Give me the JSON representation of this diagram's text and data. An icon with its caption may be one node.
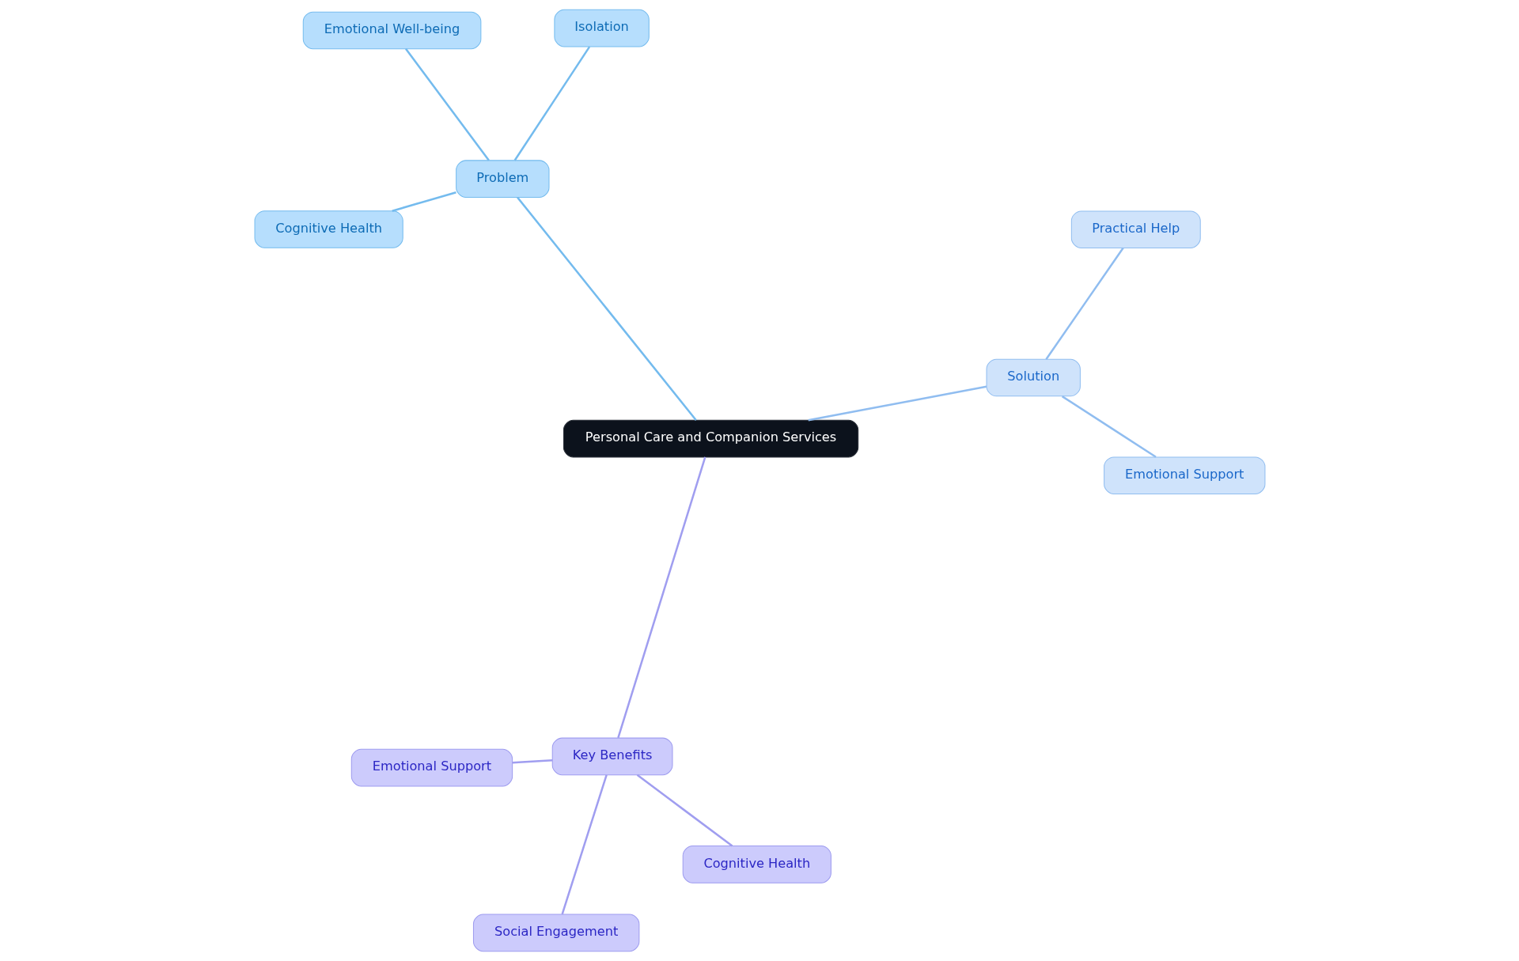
{
  "diagram": {
    "nodes": [
      {
        "text": [
          "Personal Care and Companion Services"
        ]
      },
      {
        "text": [
          "Key Benefits"
        ]
      },
      {
        "text": [
          "Cognitive Health"
        ]
      },
      {
        "text": [
          "Social Engagement"
        ]
      },
      {
        "text": [
          "Emotional Support"
        ]
      },
      {
        "text": [
          "Problem"
        ]
      },
      {
        "text": [
          "Isolation"
        ]
      },
      {
        "text": [
          "Emotional Well-being"
        ]
      },
      {
        "text": [
          "Cognitive Health"
        ]
      },
      {
        "text": [
          "Solution"
        ]
      },
      {
        "text": [
          "Emotional Support"
        ]
      },
      {
        "text": [
          "Practical Help"
        ]
      }
    ],
    "edges": [
      {
        "from": 0,
        "to": 1,
        "arrow": "none",
        "color": "#a09ef0"
      },
      {
        "from": 1,
        "to": 2,
        "arrow": "none",
        "color": "#a09ef0"
      },
      {
        "from": 1,
        "to": 3,
        "arrow": "none",
        "color": "#a09ef0"
      },
      {
        "from": 1,
        "to": 4,
        "arrow": "none",
        "color": "#a09ef0"
      },
      {
        "from": 0,
        "to": 5,
        "arrow": "none",
        "color": "#74bbee"
      },
      {
        "from": 5,
        "to": 6,
        "arrow": "none",
        "color": "#74bbee"
      },
      {
        "from": 5,
        "to": 7,
        "arrow": "none",
        "color": "#74bbee"
      },
      {
        "from": 5,
        "to": 8,
        "arrow": "none",
        "color": "#74bbee"
      },
      {
        "from": 0,
        "to": 9,
        "arrow": "none",
        "color": "#90bdf0"
      },
      {
        "from": 9,
        "to": 10,
        "arrow": "none",
        "color": "#90bdf0"
      },
      {
        "from": 9,
        "to": 11,
        "arrow": "none",
        "color": "#90bdf0"
      }
    ]
  }
}
